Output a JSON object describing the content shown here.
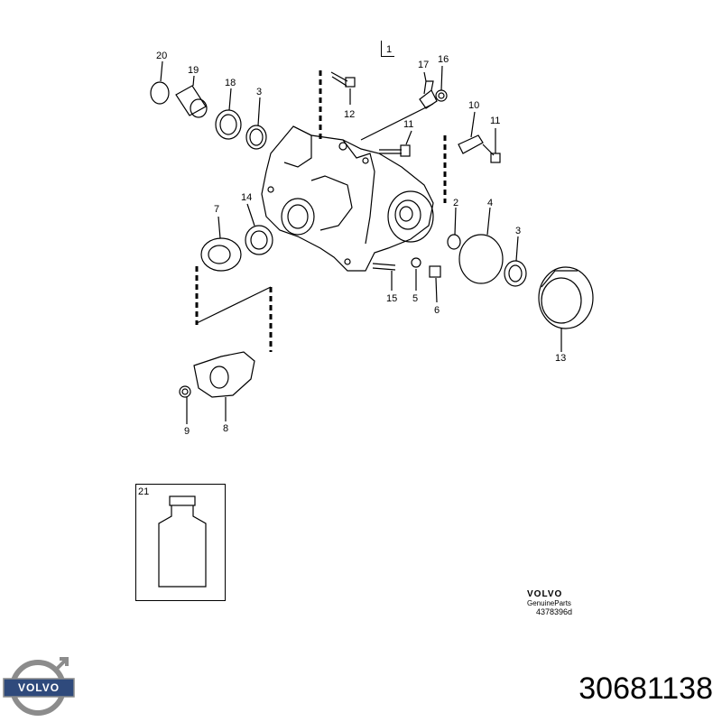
{
  "diagram": {
    "reference_box": "1",
    "callouts": [
      {
        "id": "c20",
        "text": "20"
      },
      {
        "id": "c19",
        "text": "19"
      },
      {
        "id": "c18",
        "text": "18"
      },
      {
        "id": "c3a",
        "text": "3"
      },
      {
        "id": "c12",
        "text": "12"
      },
      {
        "id": "c17",
        "text": "17"
      },
      {
        "id": "c16",
        "text": "16"
      },
      {
        "id": "c11a",
        "text": "11"
      },
      {
        "id": "c10",
        "text": "10"
      },
      {
        "id": "c11b",
        "text": "11"
      },
      {
        "id": "c7",
        "text": "7"
      },
      {
        "id": "c14",
        "text": "14"
      },
      {
        "id": "c2",
        "text": "2"
      },
      {
        "id": "c4",
        "text": "4"
      },
      {
        "id": "c3b",
        "text": "3"
      },
      {
        "id": "c15",
        "text": "15"
      },
      {
        "id": "c5",
        "text": "5"
      },
      {
        "id": "c6",
        "text": "6"
      },
      {
        "id": "c13",
        "text": "13"
      },
      {
        "id": "c9",
        "text": "9"
      },
      {
        "id": "c8",
        "text": "8"
      },
      {
        "id": "c21",
        "text": "21"
      }
    ]
  },
  "branding": {
    "name": "VOLVO",
    "subtitle": "GenuineParts",
    "drawing_code": "4378396d",
    "logo_text": "VOLVO",
    "colors": {
      "logo_ring": "#8c8c8c",
      "logo_bar": "#2f4a7c"
    }
  },
  "part_number": "30681138"
}
